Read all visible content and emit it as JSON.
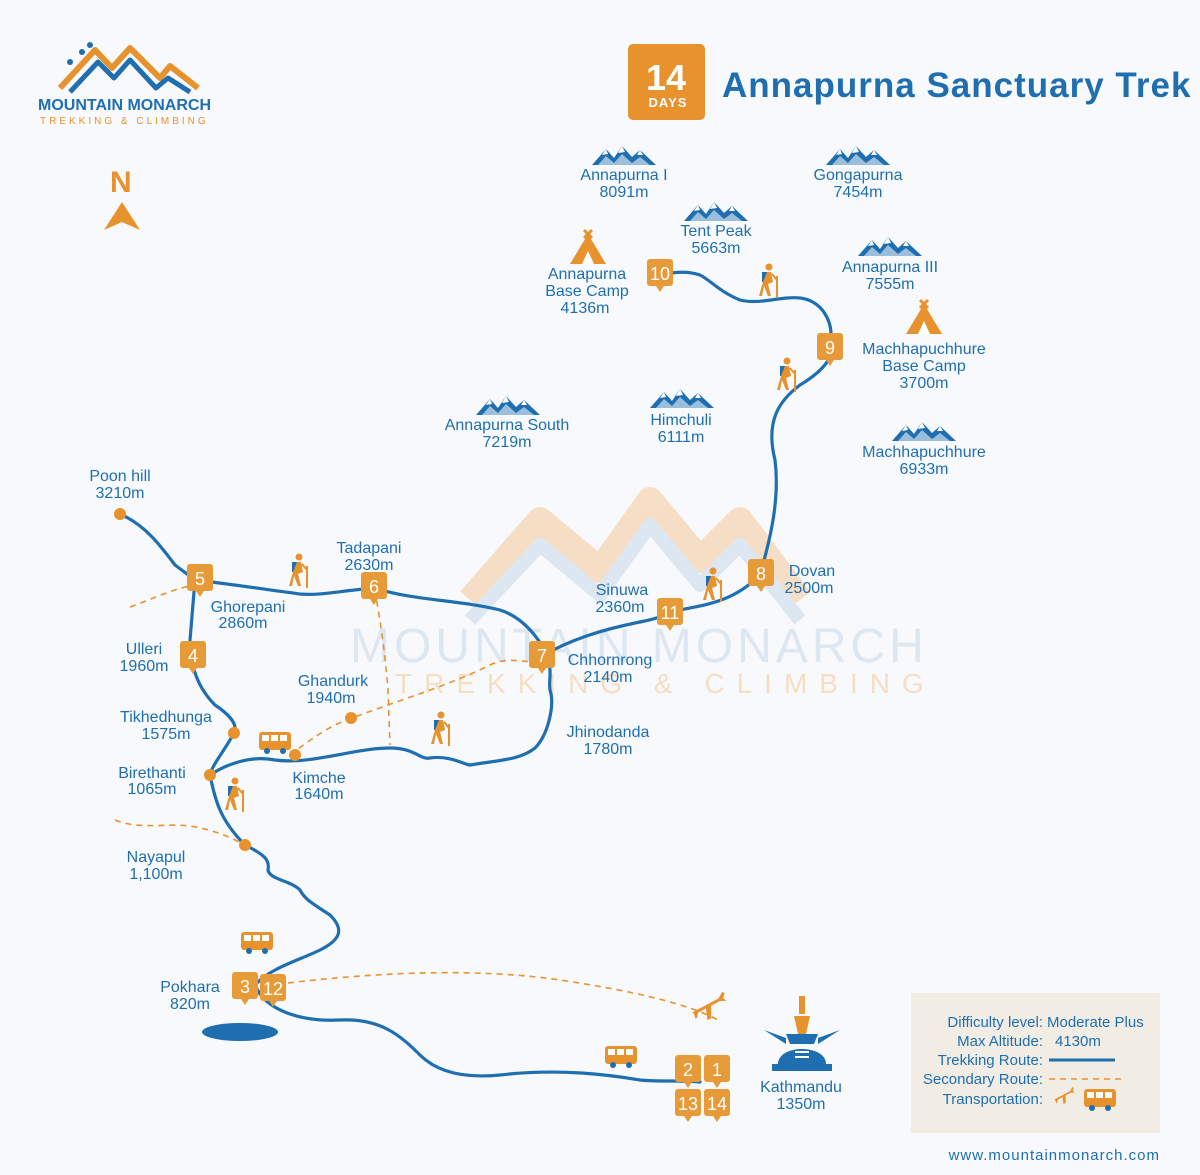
{
  "brand": {
    "name": "MOUNTAIN MONARCH",
    "tagline": "TREKKING & CLIMBING"
  },
  "north": "N",
  "header": {
    "days_number": "14",
    "days_label": "DAYS",
    "title": "Annapurna Sanctuary Trek"
  },
  "peaks": [
    {
      "name": "Annapurna I",
      "alt": "8091m"
    },
    {
      "name": "Gongapurna",
      "alt": "7454m"
    },
    {
      "name": "Tent Peak",
      "alt": "5663m"
    },
    {
      "name": "Annapurna III",
      "alt": "7555m"
    },
    {
      "name": "Annapurna South",
      "alt": "7219m"
    },
    {
      "name": "Himchuli",
      "alt": "6111m"
    },
    {
      "name": "Machhapuchhure",
      "alt": "6933m"
    }
  ],
  "camps": [
    {
      "name1": "Annapurna",
      "name2": "Base Camp",
      "alt": "4136m"
    },
    {
      "name1": "Machhapuchhure",
      "name2": "Base Camp",
      "alt": "3700m"
    }
  ],
  "places": [
    {
      "name": "Poon hill",
      "alt": "3210m"
    },
    {
      "name": "Ghorepani",
      "alt": "2860m"
    },
    {
      "name": "Tadapani",
      "alt": "2630m"
    },
    {
      "name": "Ulleri",
      "alt": "1960m"
    },
    {
      "name": "Ghandurk",
      "alt": "1940m"
    },
    {
      "name": "Tikhedhunga",
      "alt": "1575m"
    },
    {
      "name": "Birethanti",
      "alt": "1065m"
    },
    {
      "name": "Kimche",
      "alt": "1640m"
    },
    {
      "name": "Nayapul",
      "alt": "1,100m"
    },
    {
      "name": "Pokhara",
      "alt": "820m"
    },
    {
      "name": "Sinuwa",
      "alt": "2360m"
    },
    {
      "name": "Dovan",
      "alt": "2500m"
    },
    {
      "name": "Chhornrong",
      "alt": "2140m"
    },
    {
      "name": "Jhinodanda",
      "alt": "1780m"
    },
    {
      "name": "Kathmandu",
      "alt": "1350m"
    }
  ],
  "stops": [
    "1",
    "2",
    "3",
    "4",
    "5",
    "6",
    "7",
    "8",
    "9",
    "10",
    "11",
    "12",
    "13",
    "14"
  ],
  "legend": {
    "difficulty_label": "Difficulty level:",
    "difficulty_value": "Moderate Plus",
    "max_alt_label": "Max Altitude:",
    "max_alt_value": "4130m",
    "trek_route": "Trekking Route:",
    "secondary_route": "Secondary Route:",
    "transport": "Transportation:"
  },
  "url": "www.mountainmonarch.com",
  "colors": {
    "route": "#1f6fb0",
    "accent": "#e8922e",
    "background": "#f7f9fc"
  },
  "icons": [
    "mountain-icon",
    "tent-icon",
    "hiker-icon",
    "bus-icon",
    "airplane-icon",
    "stupa-icon",
    "north-arrow-icon",
    "lake-icon"
  ]
}
